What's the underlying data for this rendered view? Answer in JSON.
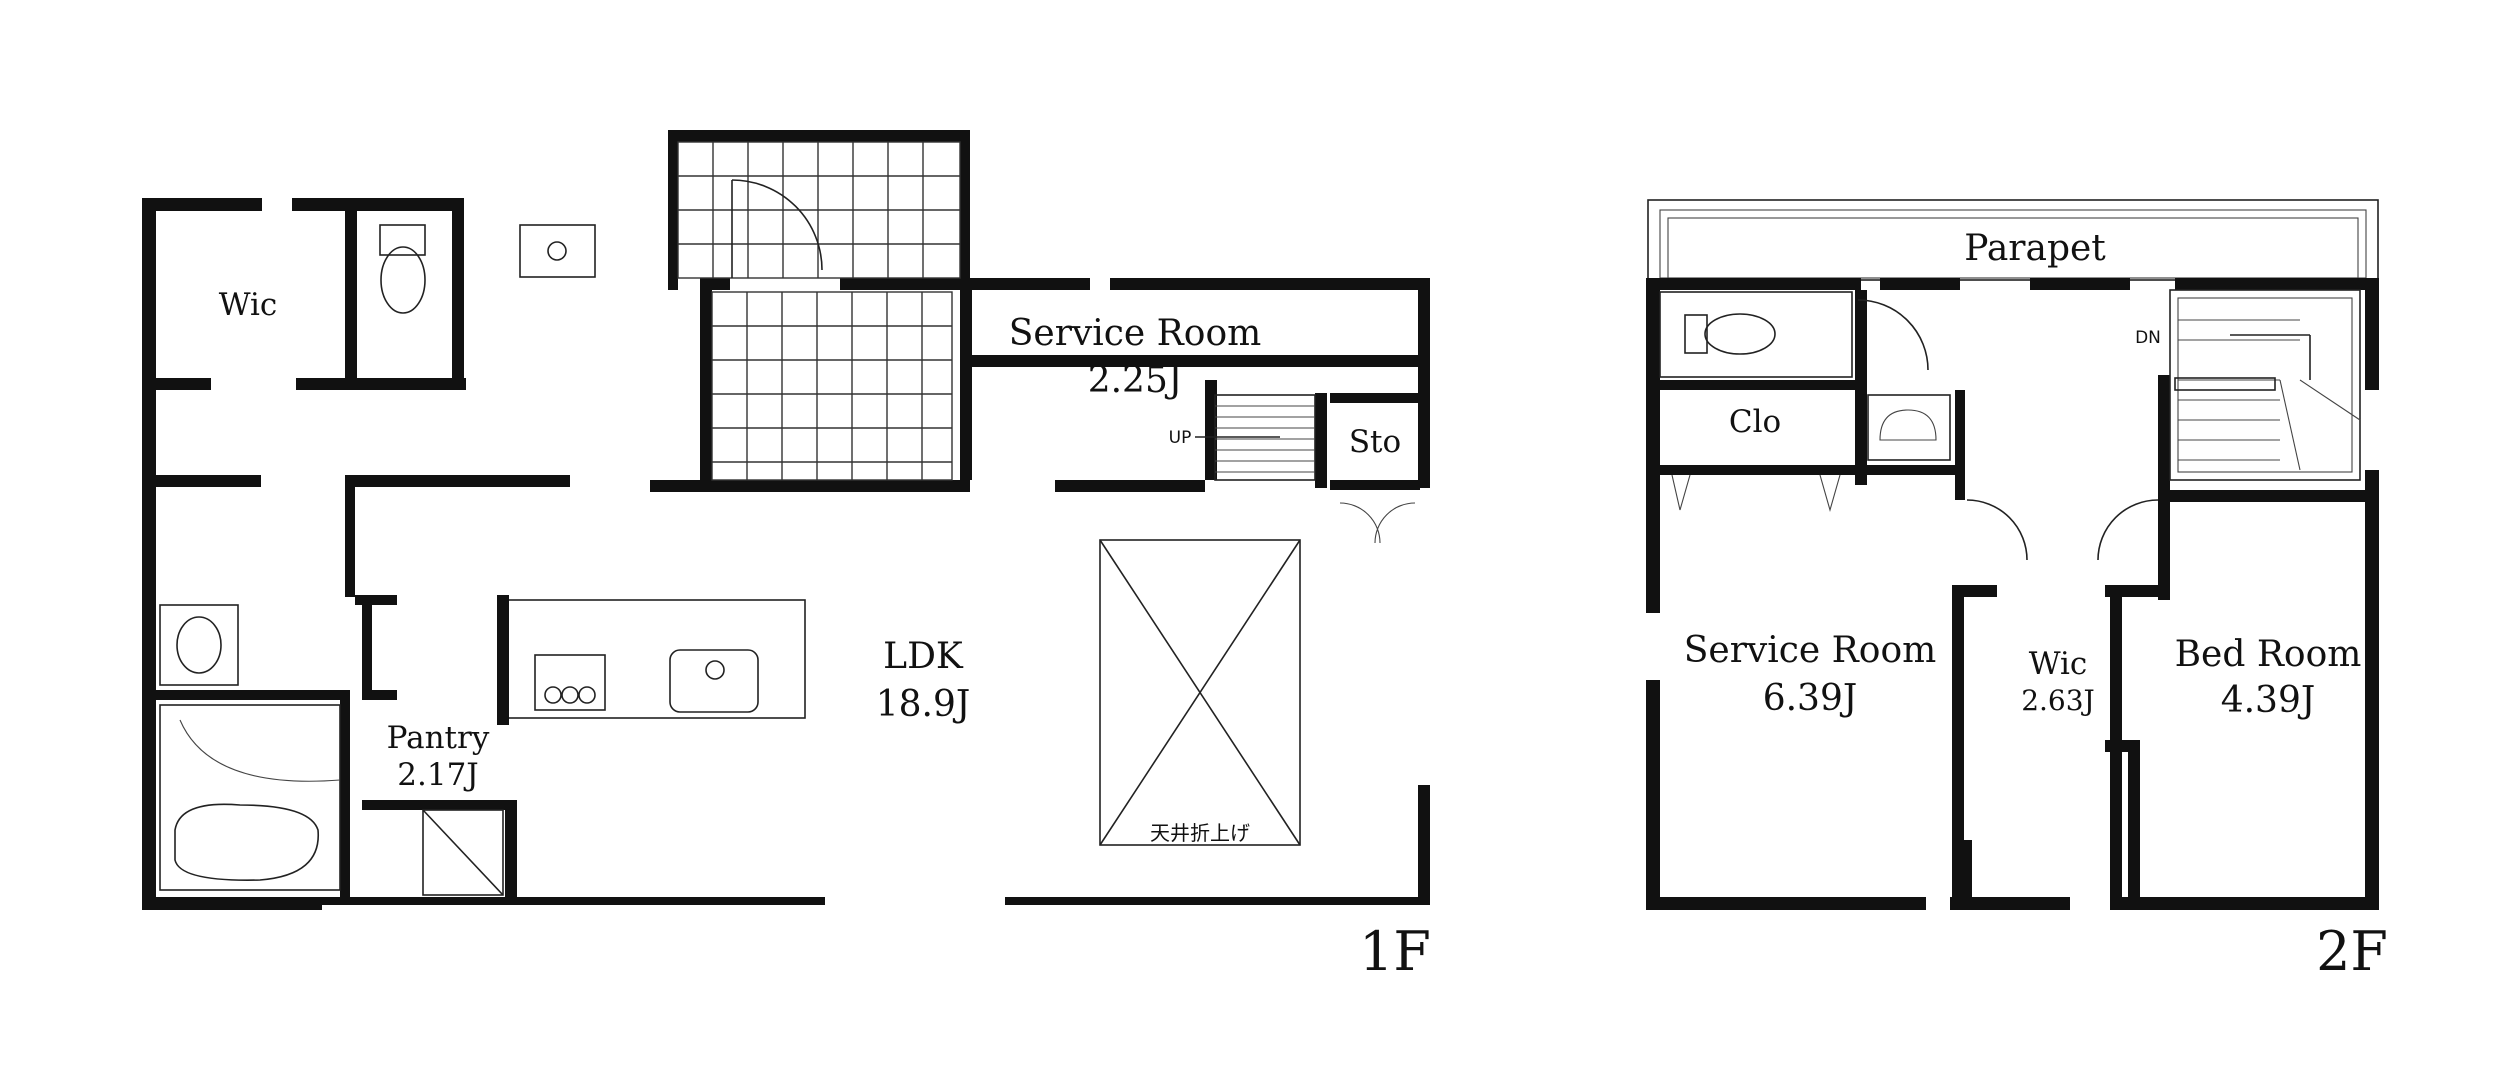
{
  "floor_1": {
    "floor_label": "1F",
    "rooms": {
      "wic": "Wic",
      "service_room_name": "Service Room",
      "service_room_size": "2.25J",
      "storage": "Sto",
      "ldk_name": "LDK",
      "ldk_size": "18.9J",
      "pantry_name": "Pantry",
      "pantry_size": "2.17J"
    },
    "stair_direction": "UP",
    "ceiling_note": "天井折上げ"
  },
  "floor_2": {
    "floor_label": "2F",
    "rooms": {
      "parapet": "Parapet",
      "closet": "Clo",
      "service_room_name": "Service Room",
      "service_room_size": "6.39J",
      "wic_name": "Wic",
      "wic_size": "2.63J",
      "bedroom_name": "Bed Room",
      "bedroom_size": "4.39J"
    },
    "stair_direction": "DN"
  }
}
